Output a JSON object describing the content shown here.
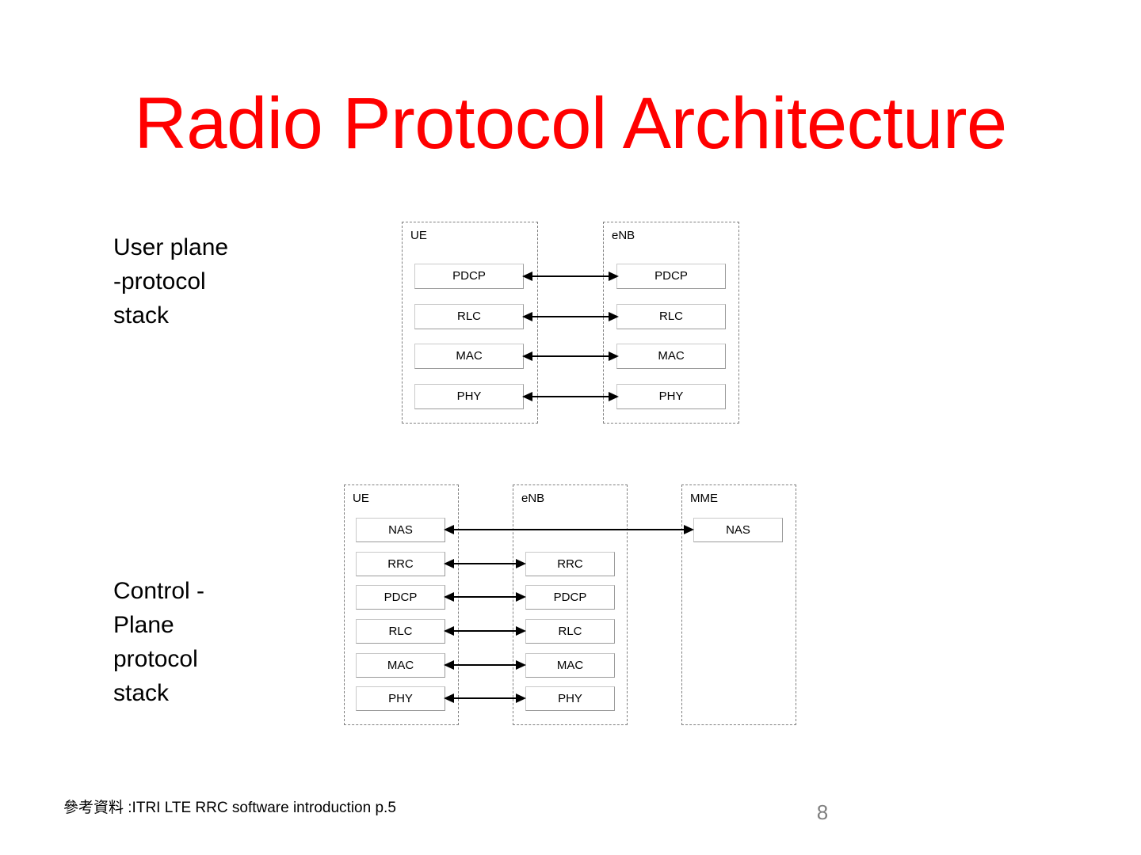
{
  "slide": {
    "title": "Radio Protocol Architecture",
    "title_color": "#ff0000",
    "background_color": "#ffffff",
    "page_number": "8",
    "page_number_color": "#808080",
    "footer_reference": "參考資料 :ITRI LTE RRC software introduction p.5"
  },
  "captions": {
    "user_plane": "User plane\n-protocol\nstack",
    "control_plane": "Control -\nPlane\nprotocol\nstack"
  },
  "diagrams": [
    {
      "id": "user-plane",
      "groups": [
        {
          "id": "ue",
          "label": "UE",
          "layers": [
            "PDCP",
            "RLC",
            "MAC",
            "PHY"
          ]
        },
        {
          "id": "enb",
          "label": "eNB",
          "layers": [
            "PDCP",
            "RLC",
            "MAC",
            "PHY"
          ]
        }
      ],
      "connections": [
        {
          "from": "UE.PDCP",
          "to": "eNB.PDCP",
          "style": "bidirectional"
        },
        {
          "from": "UE.RLC",
          "to": "eNB.RLC",
          "style": "bidirectional"
        },
        {
          "from": "UE.MAC",
          "to": "eNB.MAC",
          "style": "bidirectional"
        },
        {
          "from": "UE.PHY",
          "to": "eNB.PHY",
          "style": "bidirectional"
        }
      ]
    },
    {
      "id": "control-plane",
      "groups": [
        {
          "id": "ue",
          "label": "UE",
          "layers": [
            "NAS",
            "RRC",
            "PDCP",
            "RLC",
            "MAC",
            "PHY"
          ]
        },
        {
          "id": "enb",
          "label": "eNB",
          "layers": [
            "RRC",
            "PDCP",
            "RLC",
            "MAC",
            "PHY"
          ]
        },
        {
          "id": "mme",
          "label": "MME",
          "layers": [
            "NAS"
          ]
        }
      ],
      "connections": [
        {
          "from": "UE.NAS",
          "to": "MME.NAS",
          "style": "bidirectional"
        },
        {
          "from": "UE.RRC",
          "to": "eNB.RRC",
          "style": "bidirectional"
        },
        {
          "from": "UE.PDCP",
          "to": "eNB.PDCP",
          "style": "bidirectional"
        },
        {
          "from": "UE.RLC",
          "to": "eNB.RLC",
          "style": "bidirectional"
        },
        {
          "from": "UE.MAC",
          "to": "eNB.MAC",
          "style": "bidirectional"
        },
        {
          "from": "UE.PHY",
          "to": "eNB.PHY",
          "style": "bidirectional"
        }
      ]
    }
  ]
}
